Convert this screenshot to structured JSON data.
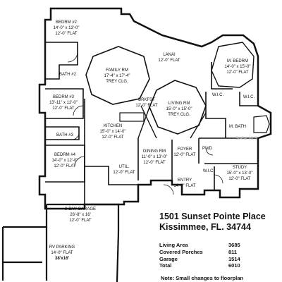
{
  "address": {
    "line1": "1501 Sunset Pointe Place",
    "line2": "Kissimmee, FL. 34744"
  },
  "areas": [
    {
      "label": "Living Area",
      "value": "3685"
    },
    {
      "label": "Covered Porches",
      "value": "811"
    },
    {
      "label": "Garage",
      "value": "1514"
    },
    {
      "label": "Total",
      "value": "6010"
    }
  ],
  "note": "Note: Small changes to floorplan",
  "watermark": "Stellar MLS",
  "rooms": {
    "bedroom2": {
      "name": "BEDRM #2",
      "dims": "14'-0\" x 13'-0\"",
      "ceiling": "12'-0\" FLAT"
    },
    "bath2": {
      "name": "BATH #2"
    },
    "family": {
      "name": "FAMILY RM",
      "dims": "17'-4\" x 17'-4\"",
      "ceiling": "TREY CLG."
    },
    "lanai": {
      "name": "LANAI",
      "ceiling": "12'-0\" FLAT"
    },
    "master": {
      "name": "M. BEDRM",
      "dims": "14'-0\" x 15'-0\"",
      "ceiling": "12'-0\" FLAT"
    },
    "bedroom3": {
      "name": "BEDRM #3",
      "dims": "13'-11\" x 12'-0\"",
      "ceiling": "12'-0\" FLAT"
    },
    "brkfst": {
      "name": "BRKFST",
      "ceiling": "12'-0\" FLAT"
    },
    "living": {
      "name": "LIVING RM",
      "dims": "15'-0\" x 15'-0\"",
      "ceiling": "TREY CLG."
    },
    "wic1": {
      "name": "W.I.C."
    },
    "wic2": {
      "name": "W.I.C."
    },
    "wic3": {
      "name": "W.I.C."
    },
    "bath3": {
      "name": "BATH #3"
    },
    "kitchen": {
      "name": "KITCHEN",
      "dims": "15'-0\" x 14'-0\"",
      "ceiling": "12'-0\" FLAT"
    },
    "mbath": {
      "name": "M. BATH"
    },
    "pwd": {
      "name": "PWD"
    },
    "bedroom4": {
      "name": "BEDRM #4",
      "dims": "14'-0\" x 12'-0\"",
      "ceiling": "12'-0\" FLAT"
    },
    "dining": {
      "name": "DINING RM",
      "dims": "11'-0\" x 13'-0\"",
      "ceiling": "12'-0\" FLAT"
    },
    "foyer": {
      "name": "FOYER",
      "ceiling": "12'-0\" FLAT"
    },
    "study": {
      "name": "STUDY",
      "dims": "15'-0\" x 13'-0\"",
      "ceiling": "12'-0\" FLAT"
    },
    "util": {
      "name": "UTIL.",
      "ceiling": "12'-0\" FLAT"
    },
    "entry": {
      "name": "ENTRY",
      "ceiling": "14'-0\" FLAT"
    },
    "garage": {
      "name": "3-BAY GARAGE",
      "dims": "26'-8\" x 16'",
      "ceiling": "12'-0\" FLAT"
    },
    "rv": {
      "name": "RV PARKING",
      "ceiling": "14'-0\" FLAT",
      "dims": "38'x16'"
    }
  }
}
